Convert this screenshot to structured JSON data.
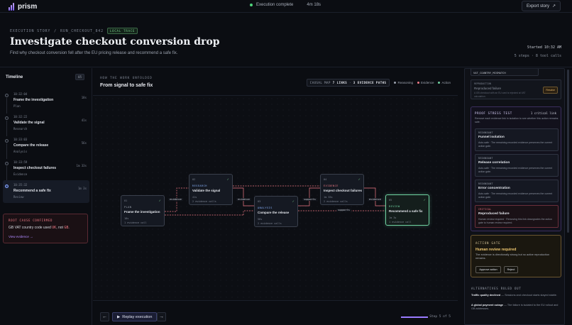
{
  "app": {
    "name": "prism",
    "status": "Execution complete",
    "elapsed": "4m 18s",
    "export_label": "Export story"
  },
  "header": {
    "crumb_root": "EXECUTION STORY",
    "crumb_sep": "/",
    "crumb_run": "RUN_CHECKOUT_842",
    "badge": "LOCAL TRACE",
    "title": "Investigate checkout conversion drop",
    "subtitle": "Find why checkout conversion fell after the EU pricing release and recommend a safe fix.",
    "started_label": "Started",
    "started_time": "10:32 AM",
    "stats": "5 steps · 8 tool calls"
  },
  "timeline": {
    "title": "Timeline",
    "count": "05",
    "items": [
      {
        "time": "10:32:04",
        "label": "Frame the investigation",
        "type": "Plan",
        "dur": "18s"
      },
      {
        "time": "10:32:22",
        "label": "Validate the signal",
        "type": "Research",
        "dur": "41s"
      },
      {
        "time": "10:33:03",
        "label": "Compare the release",
        "type": "Analysis",
        "dur": "56s"
      },
      {
        "time": "10:33:59",
        "label": "Inspect checkout failures",
        "type": "Evidence",
        "dur": "1m 33s"
      },
      {
        "time": "10:35:32",
        "label": "Recommend a safe fix",
        "type": "Review",
        "dur": "1m 3s"
      }
    ],
    "root_cause": {
      "title": "ROOT CAUSE CONFIRMED",
      "text_pre": "GB VAT country code used",
      "code1": "UK",
      "mid": ", not",
      "code2": "GB",
      "end": ".",
      "link": "View evidence →"
    }
  },
  "story": {
    "eyebrow": "HOW THE WORK UNFOLDED",
    "title": "From signal to safe fix",
    "causal_prefix": "CAUSAL MAP",
    "causal_links": "7 LINKS",
    "causal_sep": "·",
    "causal_paths": "3 EVIDENCE PATHS",
    "legend": [
      {
        "label": "Reasoning",
        "color": "#9aa1ad"
      },
      {
        "label": "Evidence",
        "color": "#f07a86"
      },
      {
        "label": "Action",
        "color": "#6fd1a0"
      }
    ],
    "nodes": [
      {
        "id": "01",
        "type": "PLAN",
        "type_color": "#9aa1ad",
        "label": "Frame the investigation",
        "dur": "18s",
        "calls": "1 evidence call"
      },
      {
        "id": "02",
        "type": "RESEARCH",
        "type_color": "#8ab4ff",
        "label": "Validate the signal",
        "dur": "41s",
        "calls": "2 evidence calls"
      },
      {
        "id": "03",
        "type": "ANALYSIS",
        "type_color": "#8ab4ff",
        "label": "Compare the release",
        "dur": "56s",
        "calls": "2 evidence calls"
      },
      {
        "id": "04",
        "type": "EVIDENCE",
        "type_color": "#f07a86",
        "label": "Inspect checkout failures",
        "dur": "1m 33s",
        "calls": "2 evidence calls"
      },
      {
        "id": "05",
        "type": "REVIEW",
        "type_color": "#6fd1a0",
        "label": "Recommend a safe fix",
        "dur": "1m 3s",
        "calls": "1 evidence call"
      }
    ],
    "edge_labels": {
      "e1": "evidence",
      "e2": "evidence",
      "e3": "supports",
      "e4": "evidence",
      "e5": "supports"
    },
    "replay_label": "Replay execution",
    "step_text": "Step 5 of 5",
    "progress": 1.0
  },
  "right": {
    "vat": "VAT_COUNTRY_MISMATCH",
    "repro": {
      "key": "REPRODUCTION",
      "value": "Reproduced failure",
      "desc": "A GB checkout with an EU card is rejected at VAT calculation.",
      "action": "Resolve"
    },
    "stress": {
      "title": "PROOF STRESS TEST",
      "crit": "1 critical link",
      "desc": "Remove each evidence link in isolation to see whether this action remains safe.",
      "cards": [
        {
          "key": "REDUNDANT",
          "title": "Funnel isolation",
          "desc": "Auto-safe · The remaining recorded evidence preserves the current action gate."
        },
        {
          "key": "REDUNDANT",
          "title": "Release correlation",
          "desc": "Auto-safe · The remaining recorded evidence preserves the current action gate."
        },
        {
          "key": "REDUNDANT",
          "title": "Error concentration",
          "desc": "Auto-safe · The remaining recorded evidence preserves the current action gate."
        },
        {
          "key": "CRITICAL",
          "title": "Reproduced failure",
          "desc": "Human review required · Removing this link downgrades the action gate to human review required."
        }
      ]
    },
    "gate": {
      "key": "ACTION GATE",
      "title": "Human review required",
      "desc": "The evidence is directionally strong but no active reproduction remains.",
      "approve": "Approve action",
      "reject": "Reject"
    },
    "alternatives": {
      "title": "ALTERNATIVES RULED OUT",
      "items": [
        {
          "name": "Traffic quality declined",
          "desc": "— Sessions and checkout starts stayed stable."
        },
        {
          "name": "A global payment outage",
          "desc": "— The failure is isolated to the EU rollout and GB addresses."
        }
      ]
    }
  }
}
